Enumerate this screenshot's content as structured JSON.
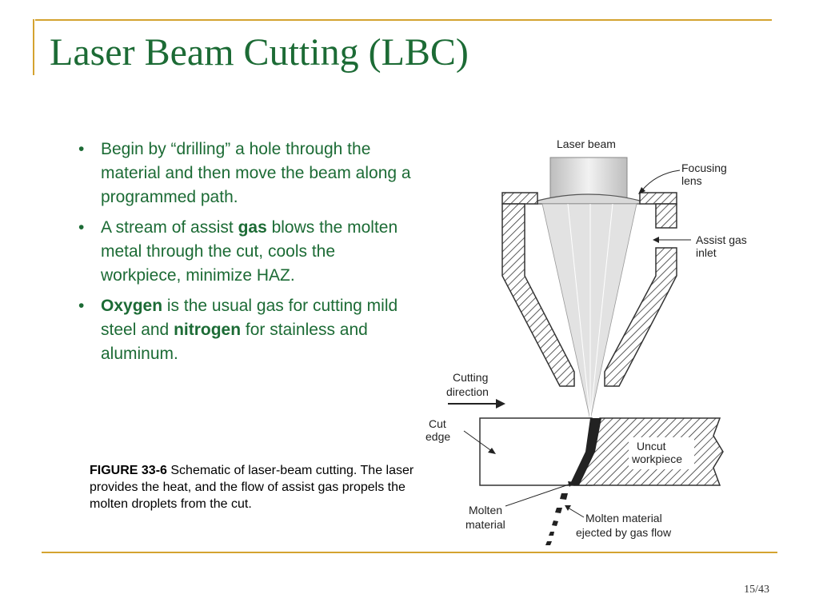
{
  "slide": {
    "title": "Laser Beam Cutting (LBC)",
    "bullets": [
      {
        "parts": [
          "Begin by “drilling” a hole through the material and then move the beam along a programmed path."
        ]
      },
      {
        "pre": "A stream of assist ",
        "bold": "gas",
        "post": " blows the molten metal through the cut, cools the workpiece, minimize HAZ."
      },
      {
        "b1": "Oxygen",
        "mid": " is the usual gas for cutting mild steel and ",
        "b2": "nitrogen",
        "post": " for stainless and aluminum."
      }
    ],
    "bullet_char": "•",
    "caption_bold": "FIGURE 33-6",
    "caption_text": " Schematic of laser-beam cutting. The laser provides the heat, and the flow of assist gas propels the molten droplets from the cut.",
    "page_number": "15/43"
  },
  "diagram": {
    "laser_beam": "Laser beam",
    "focusing": "Focusing",
    "lens": "lens",
    "assist_gas": "Assist gas",
    "inlet": "inlet",
    "cutting": "Cutting",
    "direction": "direction",
    "cut": "Cut",
    "edge": "edge",
    "uncut": "Uncut",
    "workpiece": "workpiece",
    "molten": "Molten",
    "material": "material",
    "molten_material": "Molten material",
    "ejected": "ejected by gas flow"
  },
  "colors": {
    "accent": "#d4a330",
    "title": "#1c6b35"
  }
}
